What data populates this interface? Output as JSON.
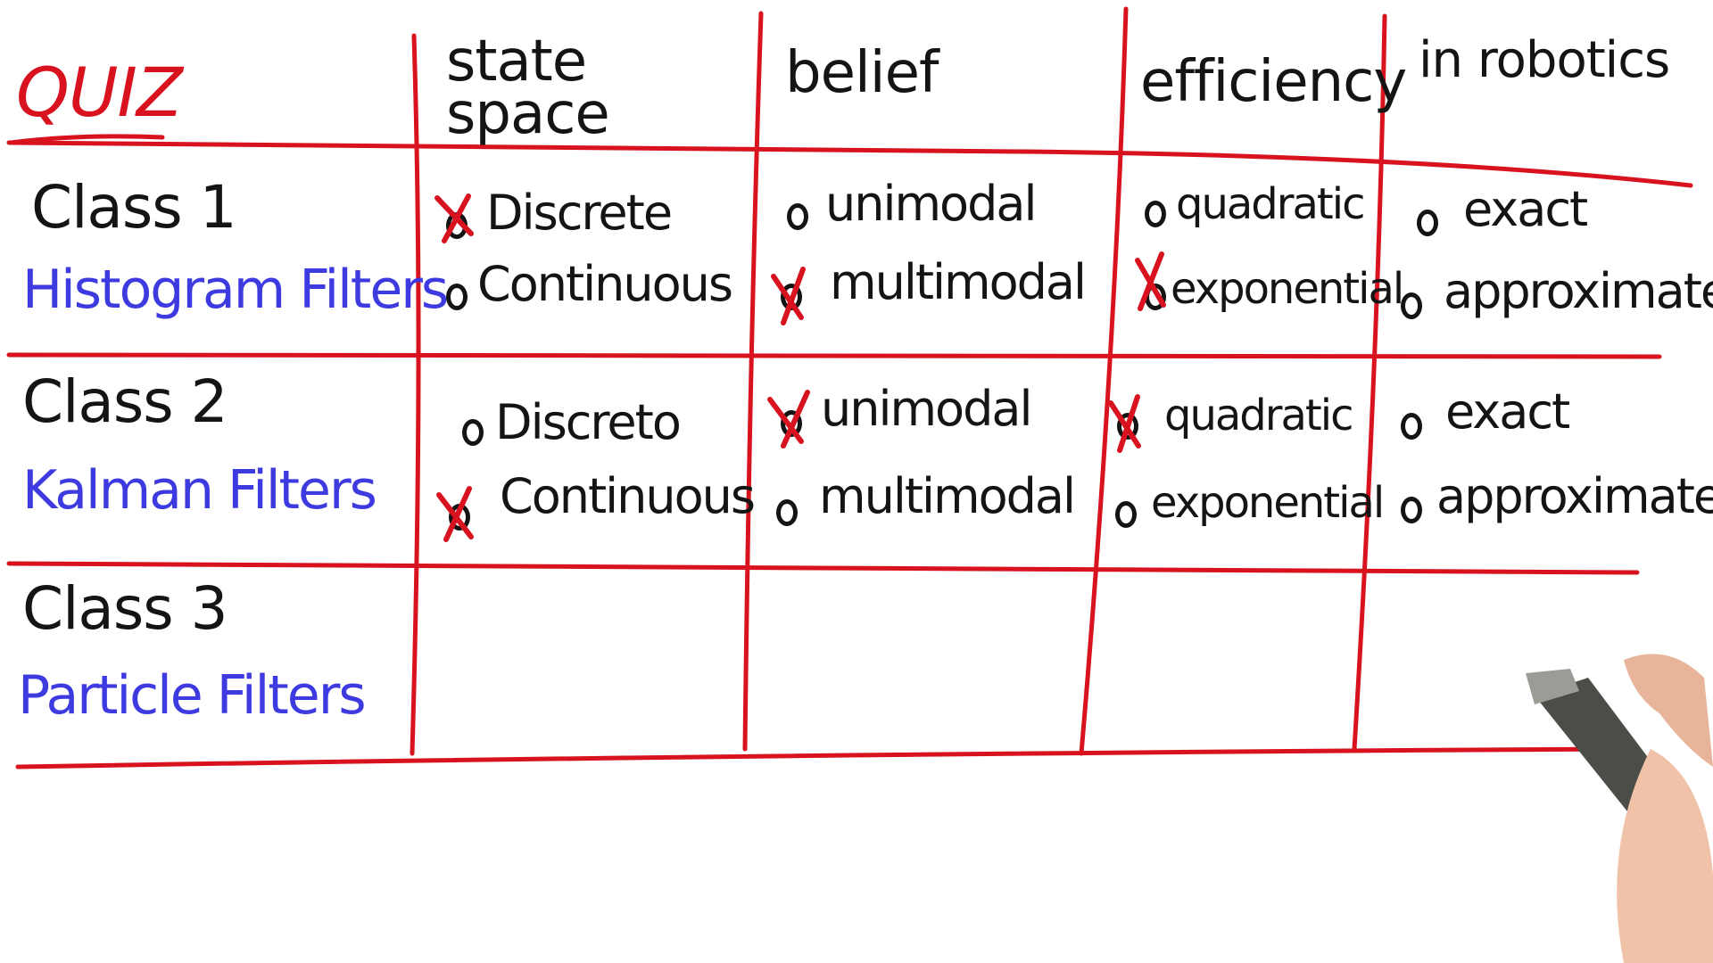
{
  "quiz_title": "QUIZ",
  "columns": {
    "state_space": "state\nspace",
    "belief": "belief",
    "efficiency": "efficiency",
    "robotics": "in robotics"
  },
  "rows": [
    {
      "title": "Class 1",
      "subtitle": "Histogram Filters",
      "state_space": [
        {
          "label": "Discrete",
          "checked": true
        },
        {
          "label": "Continuous",
          "checked": false
        }
      ],
      "belief": [
        {
          "label": "unimodal",
          "checked": false
        },
        {
          "label": "multimodal",
          "checked": true
        }
      ],
      "efficiency": [
        {
          "label": "quadratic",
          "checked": false
        },
        {
          "label": "exponential",
          "checked": true
        }
      ],
      "robotics": [
        {
          "label": "exact",
          "checked": false
        },
        {
          "label": "approximate",
          "checked": false
        }
      ]
    },
    {
      "title": "Class 2",
      "subtitle": "Kalman Filters",
      "state_space": [
        {
          "label": "Discreto",
          "checked": false
        },
        {
          "label": "Continuous",
          "checked": true
        }
      ],
      "belief": [
        {
          "label": "unimodal",
          "checked": true
        },
        {
          "label": "multimodal",
          "checked": false
        }
      ],
      "efficiency": [
        {
          "label": "quadratic",
          "checked": true
        },
        {
          "label": "exponential",
          "checked": false
        }
      ],
      "robotics": [
        {
          "label": "exact",
          "checked": false
        },
        {
          "label": "approximate",
          "checked": false
        }
      ]
    },
    {
      "title": "Class 3",
      "subtitle": "Particle Filters",
      "state_space": [],
      "belief": [],
      "efficiency": [],
      "robotics": []
    }
  ],
  "colors": {
    "grid": "#d8131f",
    "ink": "#141414",
    "subtitle": "#3d3ae0",
    "check": "#d8131f"
  }
}
